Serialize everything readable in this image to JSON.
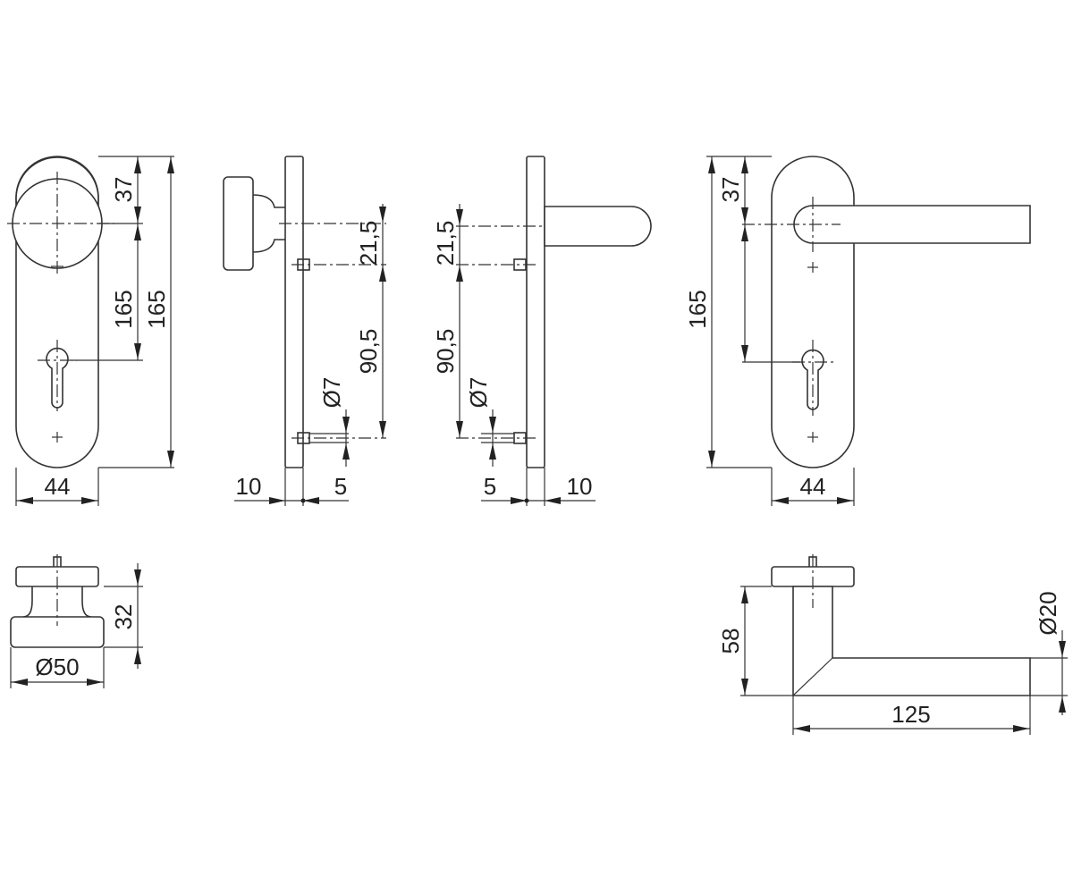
{
  "colors": {
    "line": "#333333",
    "text": "#222222",
    "background": "#ffffff"
  },
  "knob_plate_front": {
    "dim_width": "44",
    "dim_top": "37",
    "dim_spacing": "165",
    "dim_total": "165"
  },
  "knob_plate_side": {
    "dim_plate": "10",
    "dim_pin": "5",
    "dim_upper": "21,5",
    "dim_lower": "90,5",
    "dim_hole": "Ø7"
  },
  "lever_plate_side": {
    "dim_pin": "5",
    "dim_plate": "10",
    "dim_upper": "21,5",
    "dim_lower": "90,5",
    "dim_hole": "Ø7"
  },
  "lever_plate_front": {
    "dim_width": "44",
    "dim_top": "37",
    "dim_total": "165"
  },
  "knob_detail": {
    "dim_height": "32",
    "dim_diameter": "Ø50"
  },
  "lever_detail": {
    "dim_height": "58",
    "dim_length": "125",
    "dim_diameter": "Ø20"
  }
}
